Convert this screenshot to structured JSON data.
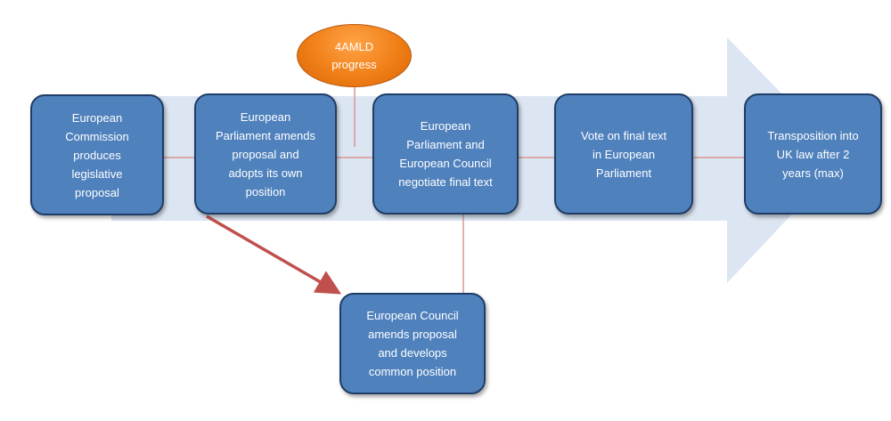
{
  "progress_label": "4AMLD\nprogress",
  "steps": [
    {
      "label": "European\nCommission\nproduces\nlegislative\nproposal"
    },
    {
      "label": "European\nParliament amends\nproposal and\nadopts its own\nposition"
    },
    {
      "label": "European\nParliament and\nEuropean Council\nnegotiate final text"
    },
    {
      "label": "Vote on final text\nin European\nParliament"
    },
    {
      "label": "Transposition into\nUK law after 2\nyears (max)"
    }
  ],
  "council_step": {
    "label": "European Council\namends proposal\nand develops\ncommon position"
  },
  "colors": {
    "box_fill": "#4f81bd",
    "box_border": "#1f3d66",
    "process_arrow": "#dce6f2",
    "connector": "#d99694",
    "red_arrow": "#c0504d",
    "oval": "#f07f17"
  }
}
